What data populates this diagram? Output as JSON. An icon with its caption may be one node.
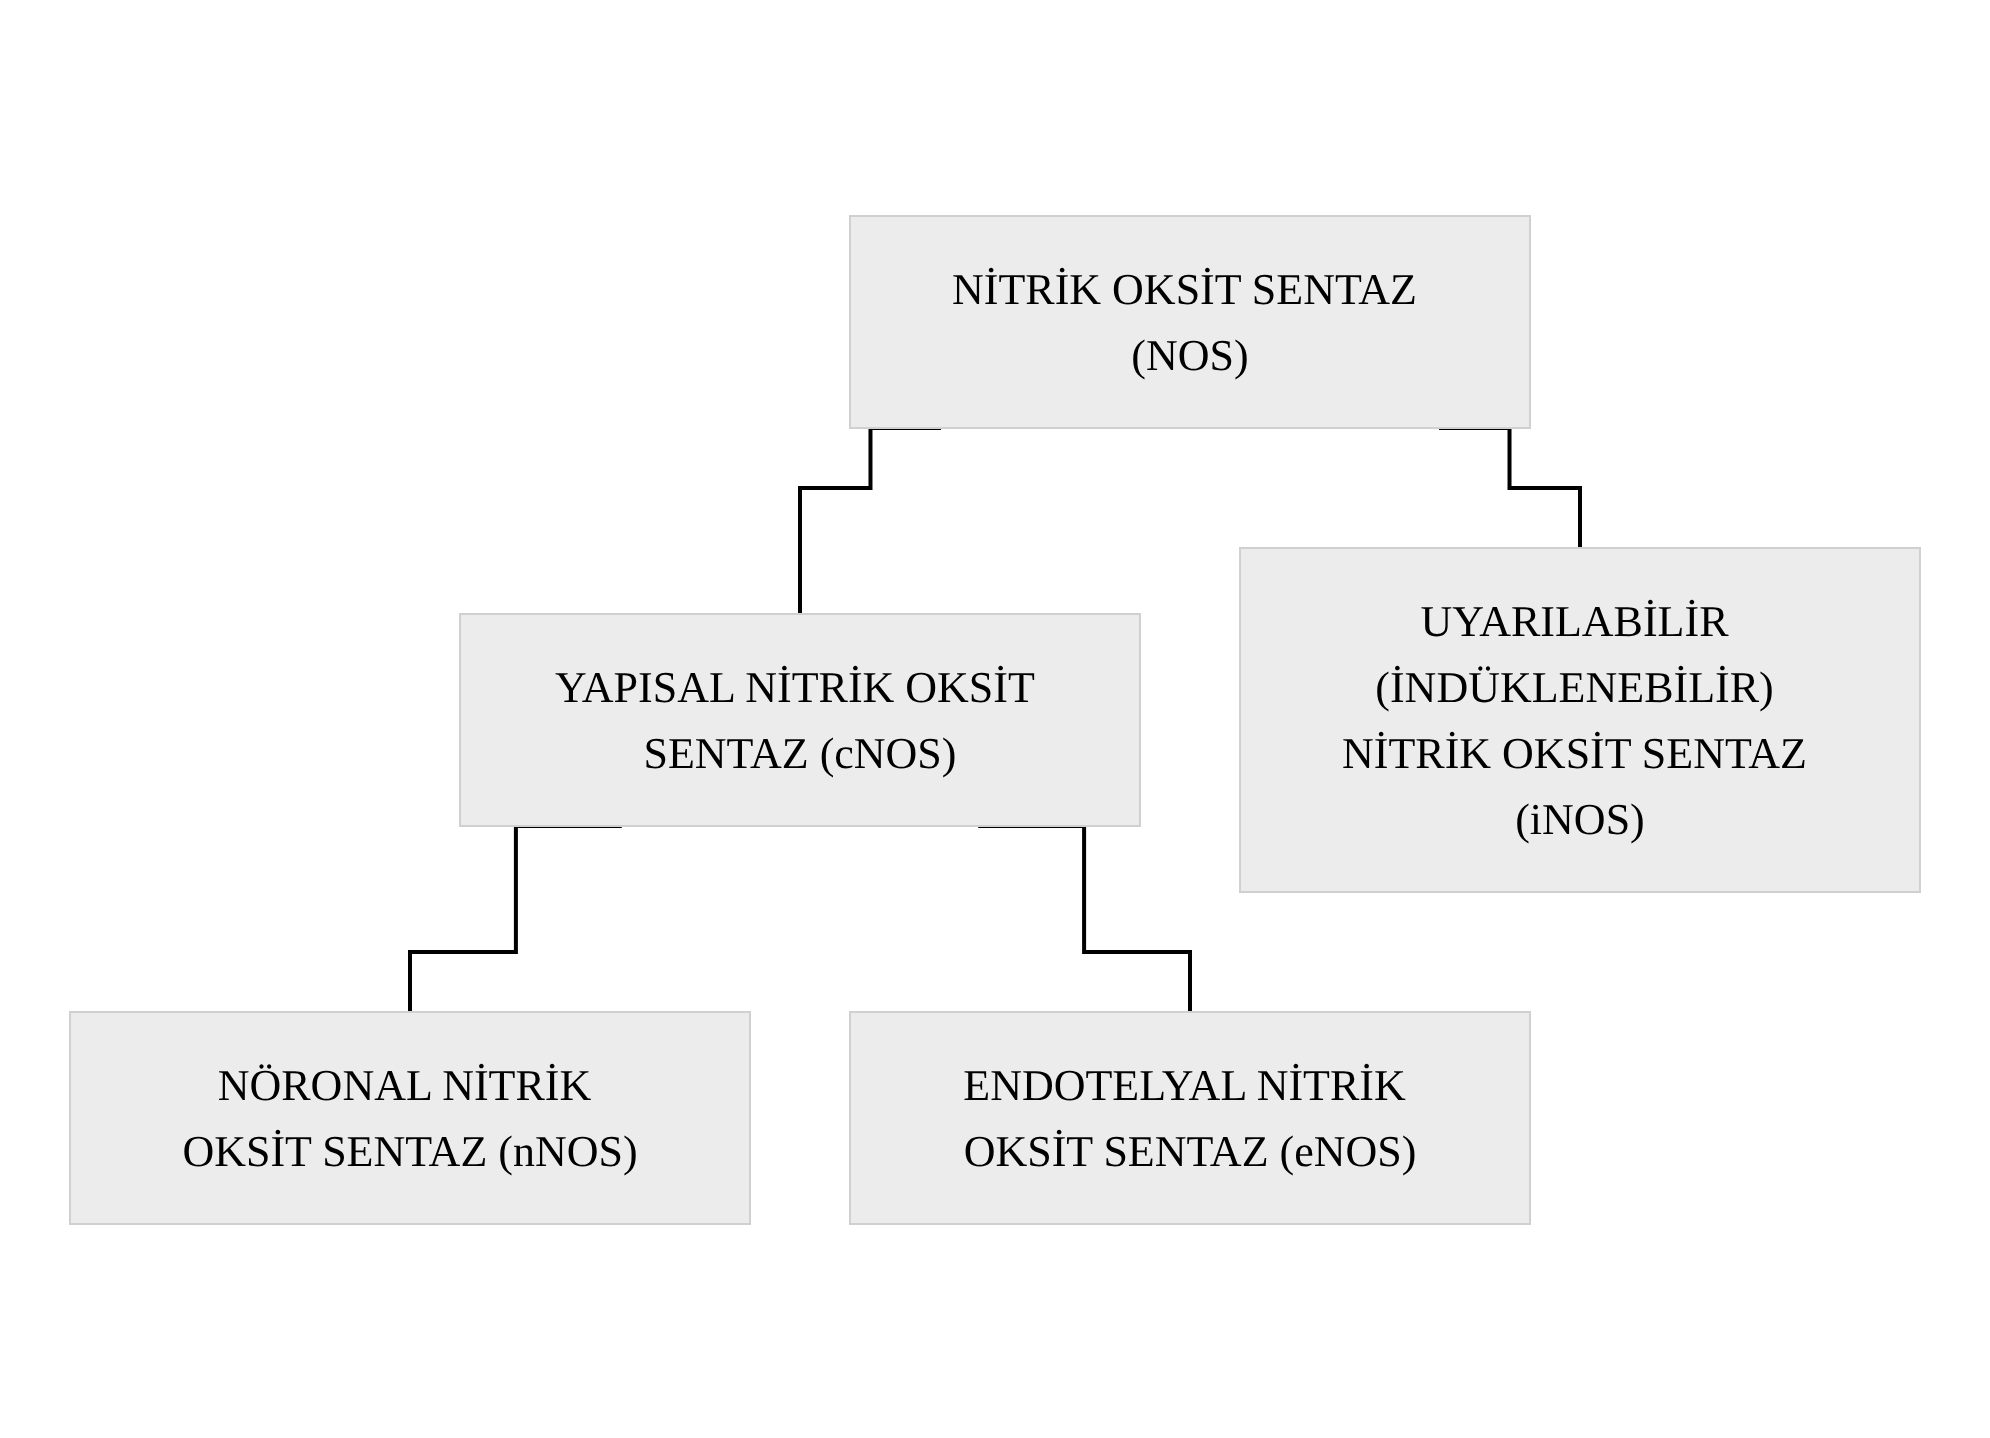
{
  "diagram": {
    "nodes": [
      {
        "text": [
          "NİTRİK OKSİT SENTAZ (NOS)"
        ]
      },
      {
        "text": [
          "YAPISAL NİTRİK OKSİT SENTAZ (cNOS)"
        ]
      },
      {
        "text": [
          "UYARILABİLİR (İNDÜKLENEBİLİR) NİTRİK OKSİT SENTAZ (iNOS)"
        ]
      },
      {
        "text": [
          "NÖRONAL NİTRİK OKSİT SENTAZ (nNOS)"
        ]
      },
      {
        "text": [
          "ENDOTELYAL NİTRİK OKSİT SENTAZ (eNOS)"
        ]
      }
    ],
    "edges": [
      {
        "from": 0,
        "to": 1,
        "arrow": "none"
      },
      {
        "from": 0,
        "to": 2,
        "arrow": "none"
      },
      {
        "from": 1,
        "to": 3,
        "arrow": "none"
      },
      {
        "from": 1,
        "to": 4,
        "arrow": "none"
      }
    ]
  }
}
